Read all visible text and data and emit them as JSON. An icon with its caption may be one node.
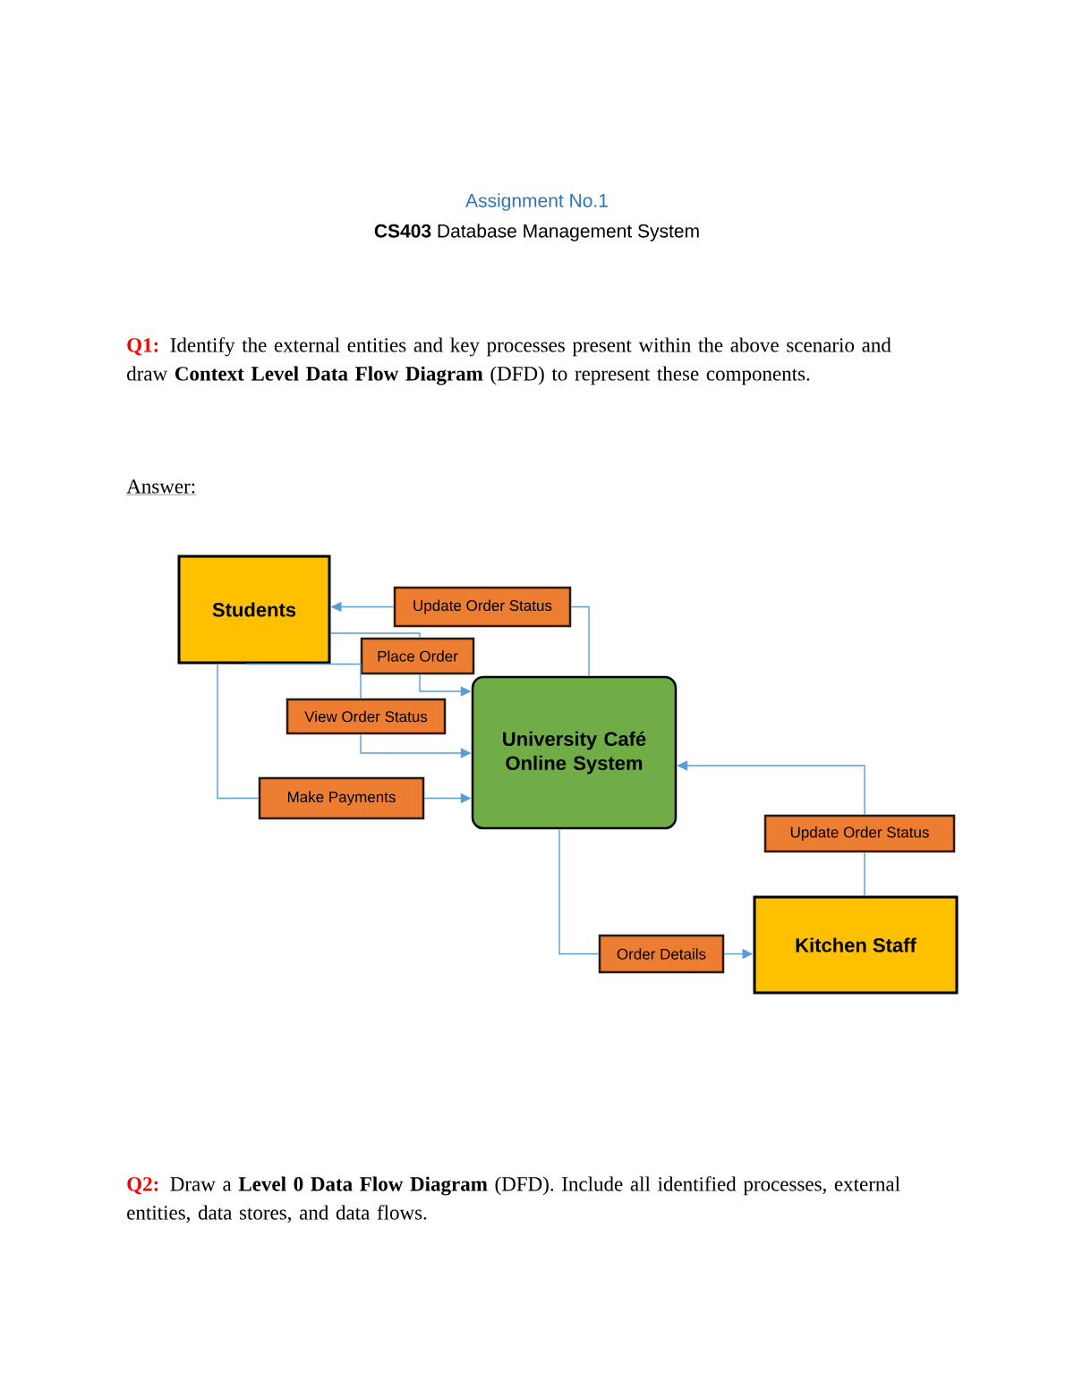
{
  "diagram": {
    "title": "Assignment No.1",
    "nodes": [
      {
        "text": [
          "Students"
        ]
      },
      {
        "text": [
          "Update Order Status"
        ]
      },
      {
        "text": [
          "Place Order"
        ]
      },
      {
        "text": [
          "View Order Status"
        ]
      },
      {
        "text": [
          "University Café Online System"
        ]
      },
      {
        "text": [
          "Make Payments"
        ]
      },
      {
        "text": [
          "Order Details"
        ]
      },
      {
        "text": [
          "Update Order Status"
        ]
      },
      {
        "text": [
          "Kitchen Staff"
        ]
      }
    ],
    "edges": [
      {
        "from": 4,
        "to": 1,
        "arrow": "none"
      },
      {
        "from": 1,
        "to": 0,
        "arrow": "to"
      },
      {
        "from": 0,
        "to": 2,
        "arrow": "none"
      },
      {
        "from": 2,
        "to": 4,
        "arrow": "to"
      },
      {
        "from": 0,
        "to": 3,
        "arrow": "none"
      },
      {
        "from": 3,
        "to": 4,
        "arrow": "to"
      },
      {
        "from": 0,
        "to": 5,
        "arrow": "none"
      },
      {
        "from": 5,
        "to": 4,
        "arrow": "to"
      },
      {
        "from": 4,
        "to": 6,
        "arrow": "none"
      },
      {
        "from": 6,
        "to": 8,
        "arrow": "to"
      },
      {
        "from": 8,
        "to": 7,
        "arrow": "none"
      },
      {
        "from": 7,
        "to": 4,
        "arrow": "to"
      }
    ],
    "labels": [
      "**CS403** Database Management System",
      "Q1:",
      "Identify the external entities and key processes present within the above scenario and draw **Context Level Data Flow Diagram** (DFD) to represent these components.",
      "Answer:",
      "Q2:",
      "Draw a **Level 0 Data Flow Diagram** (DFD). Include all identified processes, external entities, data stores, and data flows."
    ]
  }
}
